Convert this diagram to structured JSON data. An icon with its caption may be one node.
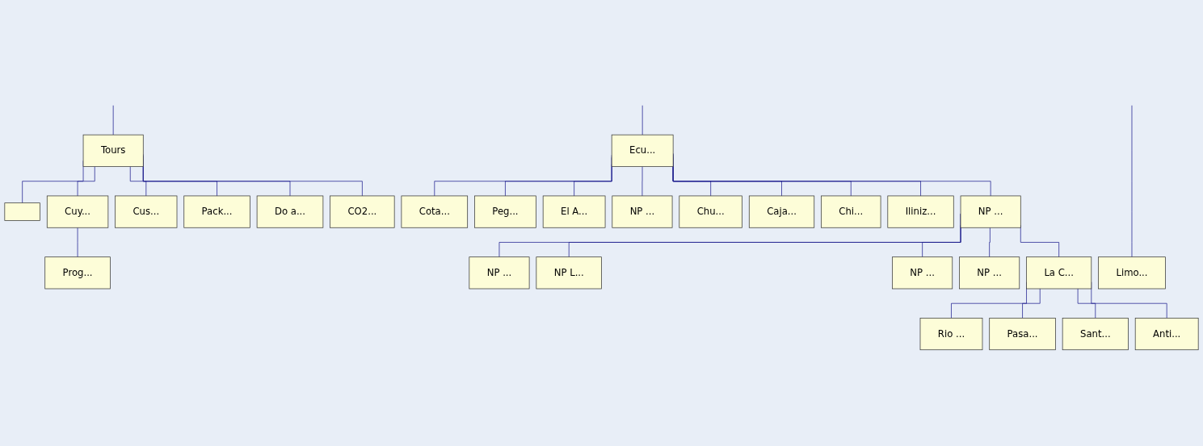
{
  "diagram": {
    "nodes": [
      {
        "text": [
          "Tours"
        ]
      },
      {
        "text": [],
        "shape": "box"
      },
      {
        "text": [
          "Cuy..."
        ]
      },
      {
        "text": [
          "Prog..."
        ]
      },
      {
        "text": [
          "Cus..."
        ]
      },
      {
        "text": [
          "Pack..."
        ]
      },
      {
        "text": [
          "Do a..."
        ]
      },
      {
        "text": [
          "CO2..."
        ]
      },
      {
        "text": [
          "Ecu..."
        ]
      },
      {
        "text": [
          "Cota..."
        ]
      },
      {
        "text": [
          "Peg..."
        ]
      },
      {
        "text": [
          "El A..."
        ]
      },
      {
        "text": [
          "NP ..."
        ]
      },
      {
        "text": [
          "Chu..."
        ]
      },
      {
        "text": [
          "Caja..."
        ]
      },
      {
        "text": [
          "Chi..."
        ]
      },
      {
        "text": [
          "Iliniz..."
        ]
      },
      {
        "text": [
          "NP ..."
        ]
      },
      {
        "text": [
          "NP ..."
        ]
      },
      {
        "text": [
          "NP L..."
        ]
      },
      {
        "text": [
          "NP ..."
        ]
      },
      {
        "text": [
          "NP ..."
        ]
      },
      {
        "text": [
          "La C..."
        ]
      },
      {
        "text": [
          "Rio ..."
        ]
      },
      {
        "text": [
          "Pasa..."
        ]
      },
      {
        "text": [
          "Sant..."
        ]
      },
      {
        "text": [
          "Anti..."
        ]
      },
      {
        "text": [
          "Limo..."
        ]
      }
    ],
    "edges": [
      {
        "from": null,
        "to": 0,
        "arrow": "none"
      },
      {
        "from": null,
        "to": 8,
        "arrow": "none"
      },
      {
        "from": 0,
        "to": 1,
        "arrow": "none"
      },
      {
        "from": 0,
        "to": 2,
        "arrow": "none"
      },
      {
        "from": 2,
        "to": 3,
        "arrow": "none"
      },
      {
        "from": 0,
        "to": 4,
        "arrow": "none"
      },
      {
        "from": 0,
        "to": 5,
        "arrow": "none"
      },
      {
        "from": 0,
        "to": 6,
        "arrow": "none"
      },
      {
        "from": 0,
        "to": 7,
        "arrow": "none"
      },
      {
        "from": 8,
        "to": 9,
        "arrow": "none"
      },
      {
        "from": 8,
        "to": 10,
        "arrow": "none"
      },
      {
        "from": 8,
        "to": 11,
        "arrow": "none"
      },
      {
        "from": 8,
        "to": 12,
        "arrow": "none"
      },
      {
        "from": 8,
        "to": 13,
        "arrow": "none"
      },
      {
        "from": 8,
        "to": 14,
        "arrow": "none"
      },
      {
        "from": 8,
        "to": 15,
        "arrow": "none"
      },
      {
        "from": 8,
        "to": 16,
        "arrow": "none"
      },
      {
        "from": 8,
        "to": 17,
        "arrow": "none"
      },
      {
        "from": 17,
        "to": 18,
        "arrow": "none"
      },
      {
        "from": 17,
        "to": 19,
        "arrow": "none"
      },
      {
        "from": 17,
        "to": 20,
        "arrow": "none"
      },
      {
        "from": 17,
        "to": 21,
        "arrow": "none"
      },
      {
        "from": 17,
        "to": 22,
        "arrow": "none"
      },
      {
        "from": 22,
        "to": 23,
        "arrow": "none"
      },
      {
        "from": 22,
        "to": 24,
        "arrow": "none"
      },
      {
        "from": 22,
        "to": 25,
        "arrow": "none"
      },
      {
        "from": 22,
        "to": 26,
        "arrow": "none"
      },
      {
        "from": null,
        "to": 27,
        "arrow": "none"
      }
    ]
  }
}
